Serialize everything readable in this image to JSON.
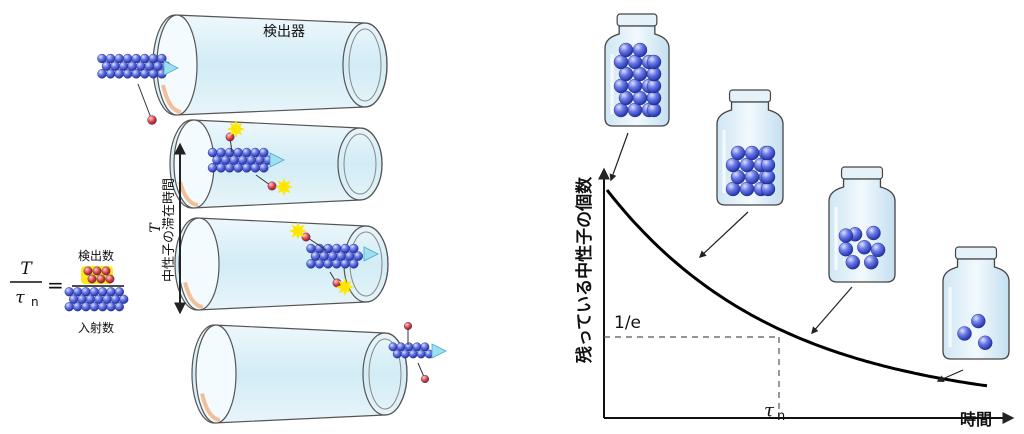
{
  "left_panel": {
    "detector_label": "検出器",
    "residence_symbol": "T",
    "residence_label": "中性子の滞在時間",
    "formula": {
      "numerator": "T",
      "denominator_symbol": "τ",
      "denominator_sub": "n",
      "equals": "=",
      "detected_label": "検出数",
      "incident_label": "入射数"
    }
  },
  "right_panel": {
    "y_axis_label": "残っている中性子の個数",
    "x_axis_label": "時間",
    "one_over_e_label": "1/e",
    "tau_label": "τ",
    "tau_sub": "n"
  },
  "chart_data": {
    "type": "line",
    "title": "",
    "xlabel": "時間",
    "ylabel": "残っている中性子の個数",
    "curve": "exponential decay",
    "annotations": [
      {
        "label": "1/e",
        "at": "y = N0/e"
      },
      {
        "label": "τn",
        "at": "x = τn"
      }
    ],
    "grid": false
  },
  "colors": {
    "tube": "#dbeef7",
    "tube_stroke": "#555555",
    "neutron": "#4a5bd6",
    "proton_red": "#e04040",
    "flash": "#ffe600",
    "arrow_cyan": "#9fe0f0",
    "curve": "#000000"
  },
  "jars": [
    {
      "name": "jar-full",
      "balls": 22
    },
    {
      "name": "jar-three-quarter",
      "balls": 16
    },
    {
      "name": "jar-half",
      "balls": 8
    },
    {
      "name": "jar-few",
      "balls": 3
    }
  ]
}
